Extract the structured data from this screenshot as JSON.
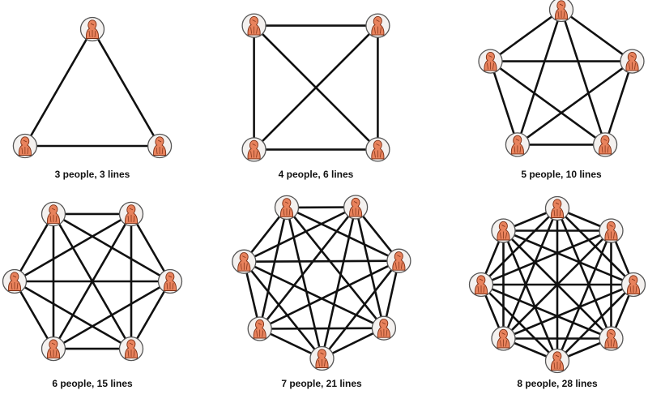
{
  "panels": [
    {
      "people": 3,
      "label": "3 people, 3 lines"
    },
    {
      "people": 4,
      "label": "4 people, 6 lines"
    },
    {
      "people": 5,
      "label": "5 people, 10 lines"
    },
    {
      "people": 6,
      "label": "6 people, 15 lines"
    },
    {
      "people": 7,
      "label": "7 people, 21 lines"
    },
    {
      "people": 8,
      "label": "8 people, 28 lines"
    }
  ],
  "colors": {
    "line": "#111111",
    "person_fill": "#e8825c",
    "person_outline": "#7a2e14",
    "node_background": "#f4f1ef"
  },
  "icons": {
    "node": "person-icon"
  }
}
